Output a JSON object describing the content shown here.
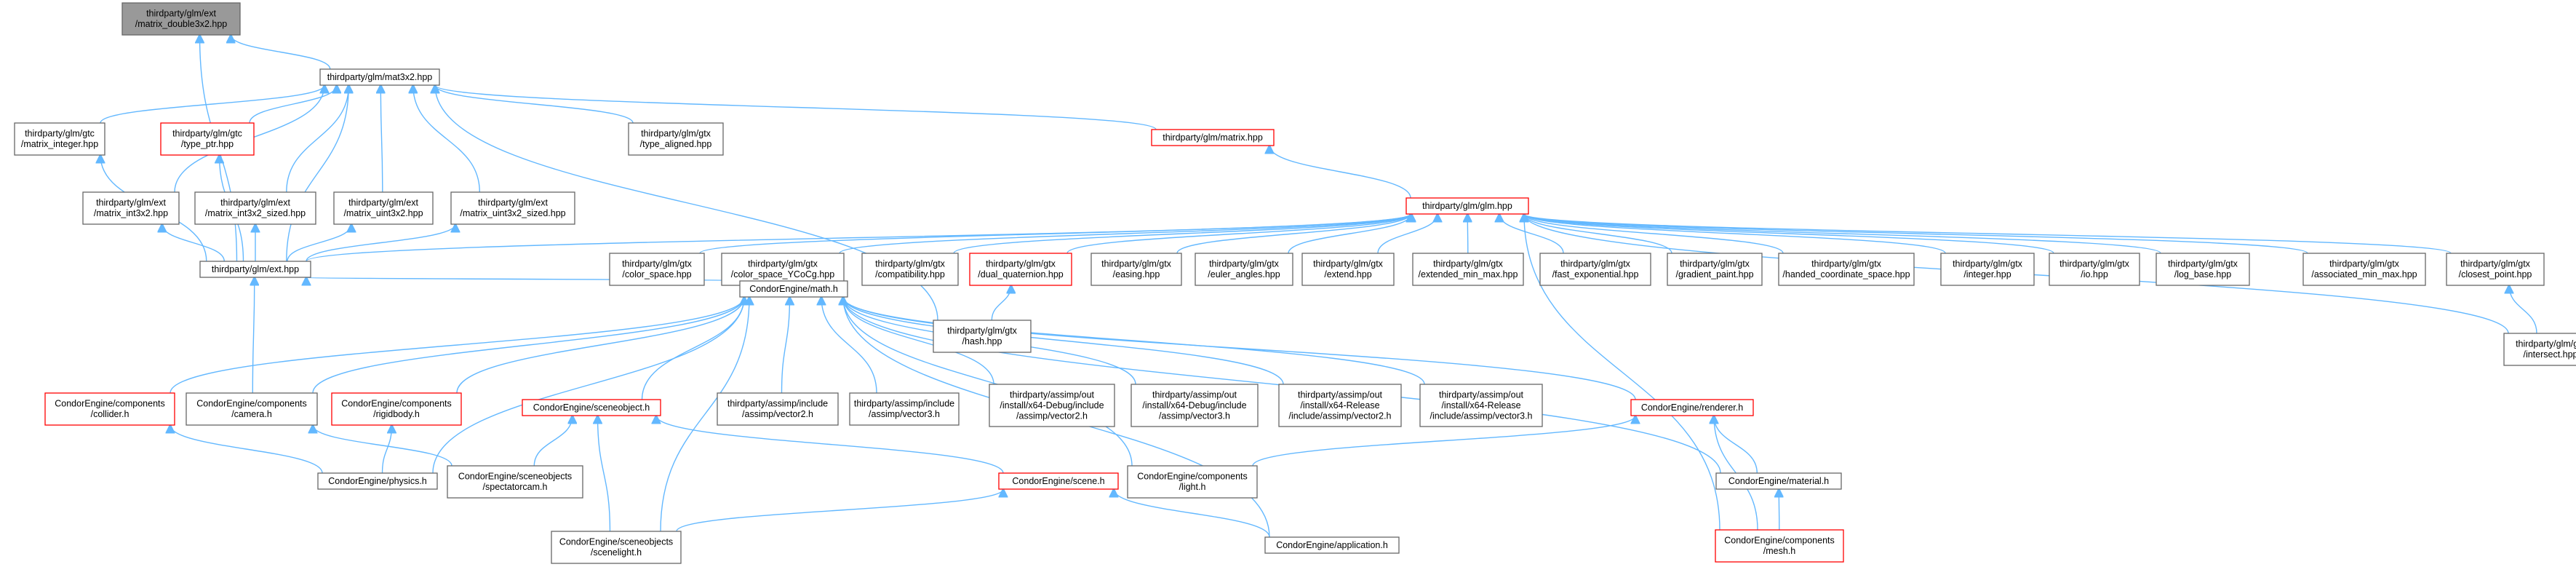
{
  "graph": {
    "nodes": [
      {
        "id": "n0",
        "lines": [
          "thirdparty/glm/ext",
          "/matrix_double3x2.hpp"
        ],
        "style": "root"
      },
      {
        "id": "n1",
        "lines": [
          "thirdparty/glm/mat3x2.hpp"
        ],
        "style": "normal"
      },
      {
        "id": "n2",
        "lines": [
          "thirdparty/glm/gtc",
          "/matrix_integer.hpp"
        ],
        "style": "normal"
      },
      {
        "id": "n3",
        "lines": [
          "thirdparty/glm/gtc",
          "/type_ptr.hpp"
        ],
        "style": "red"
      },
      {
        "id": "n4",
        "lines": [
          "thirdparty/glm/gtx",
          "/type_aligned.hpp"
        ],
        "style": "normal"
      },
      {
        "id": "n5",
        "lines": [
          "thirdparty/glm/matrix.hpp"
        ],
        "style": "red"
      },
      {
        "id": "n6",
        "lines": [
          "thirdparty/glm/ext",
          "/matrix_int3x2.hpp"
        ],
        "style": "normal"
      },
      {
        "id": "n7",
        "lines": [
          "thirdparty/glm/ext",
          "/matrix_int3x2_sized.hpp"
        ],
        "style": "normal"
      },
      {
        "id": "n8",
        "lines": [
          "thirdparty/glm/ext",
          "/matrix_uint3x2.hpp"
        ],
        "style": "normal"
      },
      {
        "id": "n9",
        "lines": [
          "thirdparty/glm/ext",
          "/matrix_uint3x2_sized.hpp"
        ],
        "style": "normal"
      },
      {
        "id": "n10",
        "lines": [
          "thirdparty/glm/glm.hpp"
        ],
        "style": "red"
      },
      {
        "id": "n11",
        "lines": [
          "thirdparty/glm/ext.hpp"
        ],
        "style": "normal"
      },
      {
        "id": "g1",
        "lines": [
          "thirdparty/glm/gtx",
          "/color_space.hpp"
        ],
        "style": "normal"
      },
      {
        "id": "g2",
        "lines": [
          "thirdparty/glm/gtx",
          "/color_space_YCoCg.hpp"
        ],
        "style": "normal"
      },
      {
        "id": "g3",
        "lines": [
          "thirdparty/glm/gtx",
          "/compatibility.hpp"
        ],
        "style": "normal"
      },
      {
        "id": "g4",
        "lines": [
          "thirdparty/glm/gtx",
          "/dual_quaternion.hpp"
        ],
        "style": "red"
      },
      {
        "id": "g5",
        "lines": [
          "thirdparty/glm/gtx",
          "/easing.hpp"
        ],
        "style": "normal"
      },
      {
        "id": "g6",
        "lines": [
          "thirdparty/glm/gtx",
          "/euler_angles.hpp"
        ],
        "style": "normal"
      },
      {
        "id": "g7",
        "lines": [
          "thirdparty/glm/gtx",
          "/extend.hpp"
        ],
        "style": "normal"
      },
      {
        "id": "g8",
        "lines": [
          "thirdparty/glm/gtx",
          "/extended_min_max.hpp"
        ],
        "style": "normal"
      },
      {
        "id": "g9",
        "lines": [
          "thirdparty/glm/gtx",
          "/fast_exponential.hpp"
        ],
        "style": "normal"
      },
      {
        "id": "g10",
        "lines": [
          "thirdparty/glm/gtx",
          "/gradient_paint.hpp"
        ],
        "style": "normal"
      },
      {
        "id": "g11",
        "lines": [
          "thirdparty/glm/gtx",
          "/handed_coordinate_space.hpp"
        ],
        "style": "normal"
      },
      {
        "id": "g12",
        "lines": [
          "thirdparty/glm/gtx",
          "/integer.hpp"
        ],
        "style": "normal"
      },
      {
        "id": "g13",
        "lines": [
          "thirdparty/glm/gtx",
          "/io.hpp"
        ],
        "style": "normal"
      },
      {
        "id": "g14",
        "lines": [
          "thirdparty/glm/gtx",
          "/log_base.hpp"
        ],
        "style": "normal"
      },
      {
        "id": "g15",
        "lines": [
          "thirdparty/glm/gtx",
          "/associated_min_max.hpp"
        ],
        "style": "normal"
      },
      {
        "id": "g16",
        "lines": [
          "thirdparty/glm/gtx",
          "/closest_point.hpp"
        ],
        "style": "normal"
      },
      {
        "id": "g17",
        "lines": [
          "thirdparty/glm/gtx",
          "/hash.hpp"
        ],
        "style": "normal"
      },
      {
        "id": "g18",
        "lines": [
          "thirdparty/glm/gtx",
          "/intersect.hpp"
        ],
        "style": "normal"
      },
      {
        "id": "m0",
        "lines": [
          "CondorEngine/math.h"
        ],
        "style": "normal"
      },
      {
        "id": "c1",
        "lines": [
          "CondorEngine/components",
          "/collider.h"
        ],
        "style": "red"
      },
      {
        "id": "c2",
        "lines": [
          "CondorEngine/components",
          "/camera.h"
        ],
        "style": "normal"
      },
      {
        "id": "c3",
        "lines": [
          "CondorEngine/components",
          "/rigidbody.h"
        ],
        "style": "red"
      },
      {
        "id": "c4",
        "lines": [
          "CondorEngine/sceneobject.h"
        ],
        "style": "red"
      },
      {
        "id": "a1",
        "lines": [
          "thirdparty/assimp/include",
          "/assimp/vector2.h"
        ],
        "style": "normal"
      },
      {
        "id": "a2",
        "lines": [
          "thirdparty/assimp/include",
          "/assimp/vector3.h"
        ],
        "style": "normal"
      },
      {
        "id": "a3",
        "lines": [
          "thirdparty/assimp/out",
          "/install/x64-Debug/include",
          "/assimp/vector2.h"
        ],
        "style": "normal"
      },
      {
        "id": "a4",
        "lines": [
          "thirdparty/assimp/out",
          "/install/x64-Debug/include",
          "/assimp/vector3.h"
        ],
        "style": "normal"
      },
      {
        "id": "a5",
        "lines": [
          "thirdparty/assimp/out",
          "/install/x64-Release",
          "/include/assimp/vector2.h"
        ],
        "style": "normal"
      },
      {
        "id": "a6",
        "lines": [
          "thirdparty/assimp/out",
          "/install/x64-Release",
          "/include/assimp/vector3.h"
        ],
        "style": "normal"
      },
      {
        "id": "r1",
        "lines": [
          "CondorEngine/renderer.h"
        ],
        "style": "red"
      },
      {
        "id": "p1",
        "lines": [
          "CondorEngine/physics.h"
        ],
        "style": "normal"
      },
      {
        "id": "s1",
        "lines": [
          "CondorEngine/sceneobjects",
          "/spectatorcam.h"
        ],
        "style": "normal"
      },
      {
        "id": "s2",
        "lines": [
          "CondorEngine/scene.h"
        ],
        "style": "red"
      },
      {
        "id": "l1",
        "lines": [
          "CondorEngine/components",
          "/light.h"
        ],
        "style": "normal"
      },
      {
        "id": "mt",
        "lines": [
          "CondorEngine/material.h"
        ],
        "style": "normal"
      },
      {
        "id": "sl",
        "lines": [
          "CondorEngine/sceneobjects",
          "/scenelight.h"
        ],
        "style": "normal"
      },
      {
        "id": "ap",
        "lines": [
          "CondorEngine/application.h"
        ],
        "style": "normal"
      },
      {
        "id": "ms",
        "lines": [
          "CondorEngine/components",
          "/mesh.h"
        ],
        "style": "red"
      }
    ],
    "edges": [
      [
        "n1",
        "n0"
      ],
      [
        "n11",
        "n0"
      ],
      [
        "n2",
        "n1"
      ],
      [
        "n3",
        "n1"
      ],
      [
        "n4",
        "n1"
      ],
      [
        "n5",
        "n1"
      ],
      [
        "n6",
        "n1"
      ],
      [
        "n7",
        "n1"
      ],
      [
        "n8",
        "n1"
      ],
      [
        "n9",
        "n1"
      ],
      [
        "n11",
        "n1"
      ],
      [
        "g17",
        "n1"
      ],
      [
        "n11",
        "n2"
      ],
      [
        "n11",
        "n3"
      ],
      [
        "n11",
        "n6"
      ],
      [
        "n11",
        "n7"
      ],
      [
        "n11",
        "n8"
      ],
      [
        "n11",
        "n9"
      ],
      [
        "n10",
        "n5"
      ],
      [
        "n11",
        "n10"
      ],
      [
        "g1",
        "n10"
      ],
      [
        "g2",
        "n10"
      ],
      [
        "g3",
        "n10"
      ],
      [
        "g4",
        "n10"
      ],
      [
        "g5",
        "n10"
      ],
      [
        "g6",
        "n10"
      ],
      [
        "g7",
        "n10"
      ],
      [
        "g8",
        "n10"
      ],
      [
        "g9",
        "n10"
      ],
      [
        "g10",
        "n10"
      ],
      [
        "g11",
        "n10"
      ],
      [
        "g12",
        "n10"
      ],
      [
        "g13",
        "n10"
      ],
      [
        "g14",
        "n10"
      ],
      [
        "g15",
        "n10"
      ],
      [
        "g16",
        "n10"
      ],
      [
        "g18",
        "n10"
      ],
      [
        "ms",
        "n10"
      ],
      [
        "g17",
        "g4"
      ],
      [
        "g18",
        "g16"
      ],
      [
        "m0",
        "n11"
      ],
      [
        "c2",
        "n11"
      ],
      [
        "c1",
        "m0"
      ],
      [
        "c2",
        "m0"
      ],
      [
        "c3",
        "m0"
      ],
      [
        "c4",
        "m0"
      ],
      [
        "a1",
        "m0"
      ],
      [
        "a2",
        "m0"
      ],
      [
        "a3",
        "m0"
      ],
      [
        "a4",
        "m0"
      ],
      [
        "a5",
        "m0"
      ],
      [
        "a6",
        "m0"
      ],
      [
        "r1",
        "m0"
      ],
      [
        "p1",
        "m0"
      ],
      [
        "l1",
        "m0"
      ],
      [
        "mt",
        "m0"
      ],
      [
        "sl",
        "m0"
      ],
      [
        "ap",
        "m0"
      ],
      [
        "p1",
        "c1"
      ],
      [
        "s1",
        "c2"
      ],
      [
        "p1",
        "c3"
      ],
      [
        "s1",
        "c4"
      ],
      [
        "s2",
        "c4"
      ],
      [
        "sl",
        "c4"
      ],
      [
        "l1",
        "r1"
      ],
      [
        "mt",
        "r1"
      ],
      [
        "ms",
        "r1"
      ],
      [
        "sl",
        "s2"
      ],
      [
        "ap",
        "s2"
      ],
      [
        "ms",
        "mt"
      ]
    ]
  }
}
